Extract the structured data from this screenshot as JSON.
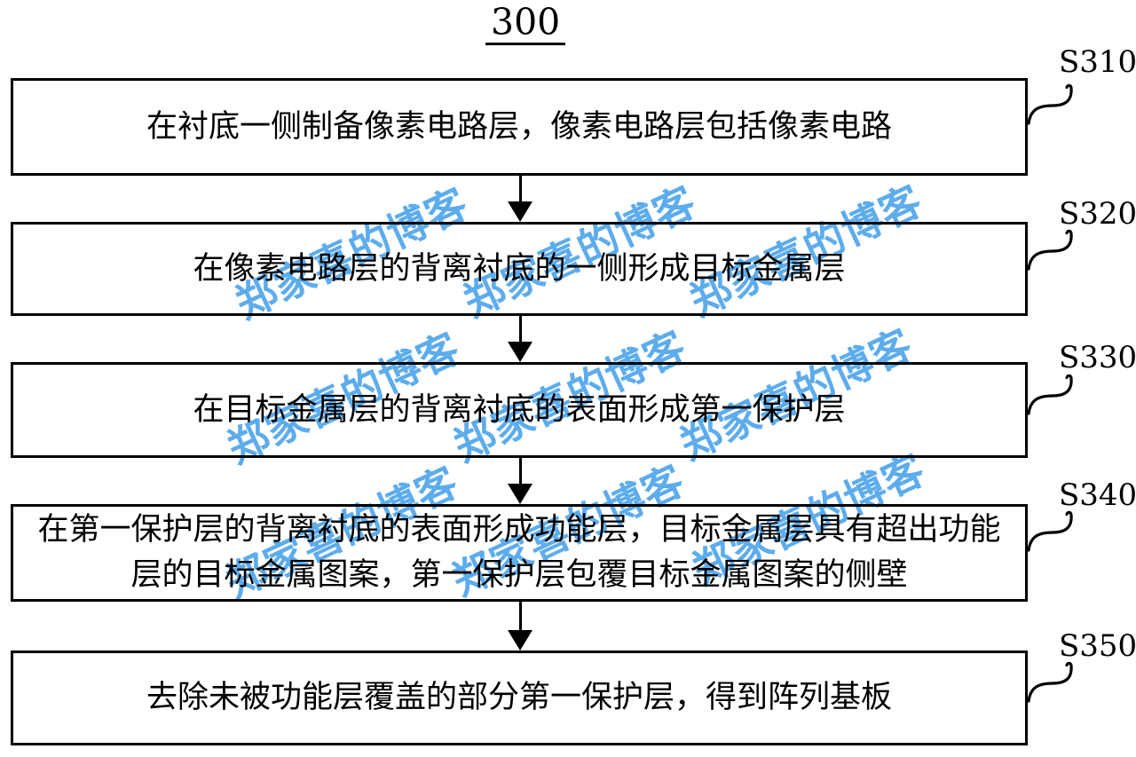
{
  "figure": {
    "number": "300",
    "watermark": {
      "text": "郑家喜的博客",
      "color": "#55a8ec"
    },
    "steps": [
      {
        "label": "S310",
        "text": "在衬底一侧制备像素电路层，像素电路层包括像素电路"
      },
      {
        "label": "S320",
        "text": "在像素电路层的背离衬底的一侧形成目标金属层"
      },
      {
        "label": "S330",
        "text": "在目标金属层的背离衬底的表面形成第一保护层"
      },
      {
        "label": "S340",
        "text": "在第一保护层的背离衬底的表面形成功能层，目标金属层具有超出功能层的目标金属图案，第一保护层包覆目标金属图案的侧壁"
      },
      {
        "label": "S350",
        "text": "去除未被功能层覆盖的部分第一保护层，得到阵列基板"
      }
    ]
  }
}
